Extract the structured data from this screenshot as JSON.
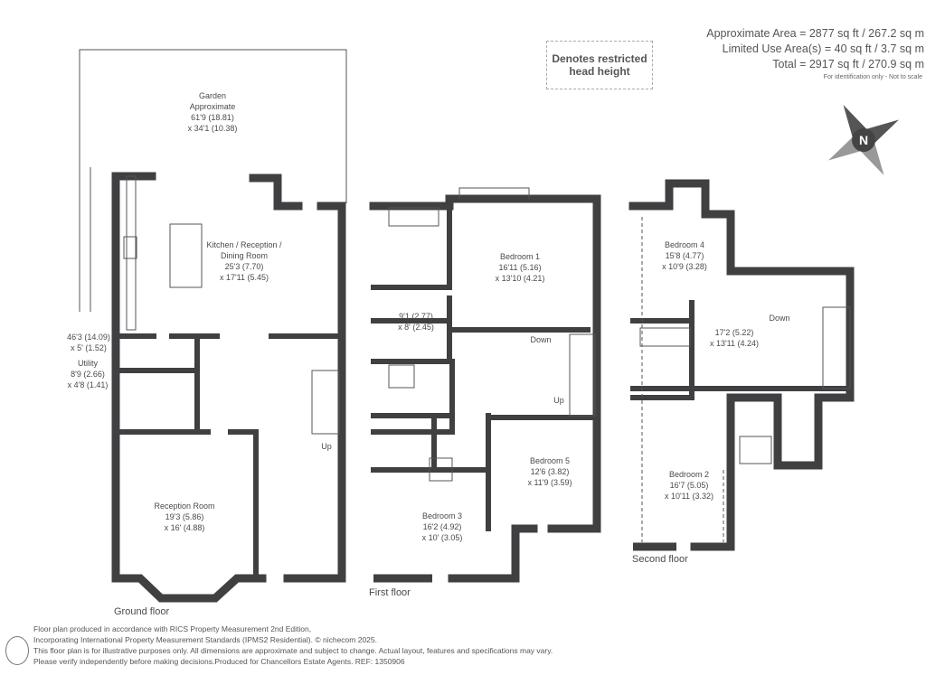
{
  "summary": {
    "approx_area": "Approximate Area = 2877 sq ft / 267.2 sq m",
    "limited_use": "Limited Use Area(s) = 40 sq ft / 3.7 sq m",
    "total": "Total = 2917 sq ft / 270.9 sq m",
    "note": "For identification only - Not to scale"
  },
  "legend": {
    "line1": "Denotes restricted",
    "line2": "head height"
  },
  "compass": {
    "letter": "N"
  },
  "ground_floor": {
    "label": "Ground floor",
    "garden": [
      "Garden",
      "Approximate",
      "61'9 (18.81)",
      "x 34'1 (10.38)"
    ],
    "kitchen": [
      "Kitchen / Reception /",
      "Dining Room",
      "25'3 (7.70)",
      "x 17'11 (5.45)"
    ],
    "side_passage": [
      "46'3 (14.09)",
      "x 5' (1.52)"
    ],
    "utility": [
      "Utility",
      "8'9 (2.66)",
      "x 4'8 (1.41)"
    ],
    "reception": [
      "Reception Room",
      "19'3 (5.86)",
      "x 16' (4.88)"
    ],
    "stairs": "Up"
  },
  "first_floor": {
    "label": "First floor",
    "bedroom1": [
      "Bedroom 1",
      "16'11 (5.16)",
      "x 13'10 (4.21)"
    ],
    "dressing": [
      "9'1 (2.77)",
      "x 8' (2.45)"
    ],
    "bedroom5": [
      "Bedroom 5",
      "12'6 (3.82)",
      "x 11'9 (3.59)"
    ],
    "bedroom3": [
      "Bedroom 3",
      "16'2 (4.92)",
      "x 10' (3.05)"
    ],
    "down": "Down",
    "up": "Up"
  },
  "second_floor": {
    "label": "Second floor",
    "bedroom4": [
      "Bedroom 4",
      "15'8 (4.77)",
      "x 10'9 (3.28)"
    ],
    "landing": [
      "17'2 (5.22)",
      "x 13'11 (4.24)"
    ],
    "bedroom2": [
      "Bedroom 2",
      "16'7 (5.05)",
      "x 10'11 (3.32)"
    ],
    "down": "Down"
  },
  "footer": {
    "line1": "Floor plan produced in accordance with RICS Property Measurement 2nd Edition,",
    "line2": "Incorporating International Property Measurement Standards (IPMS2 Residential).   © nichecom 2025.",
    "line3": "This floor plan is for illustrative purposes only. All dimensions are approximate and subject to change. Actual layout, features and specifications may vary.",
    "line4": "Please verify independently before making decisions.Produced for Chancellors Estate Agents.   REF: 1350906"
  },
  "colors": {
    "wall": "#404042",
    "text": "#4a4a4a"
  }
}
